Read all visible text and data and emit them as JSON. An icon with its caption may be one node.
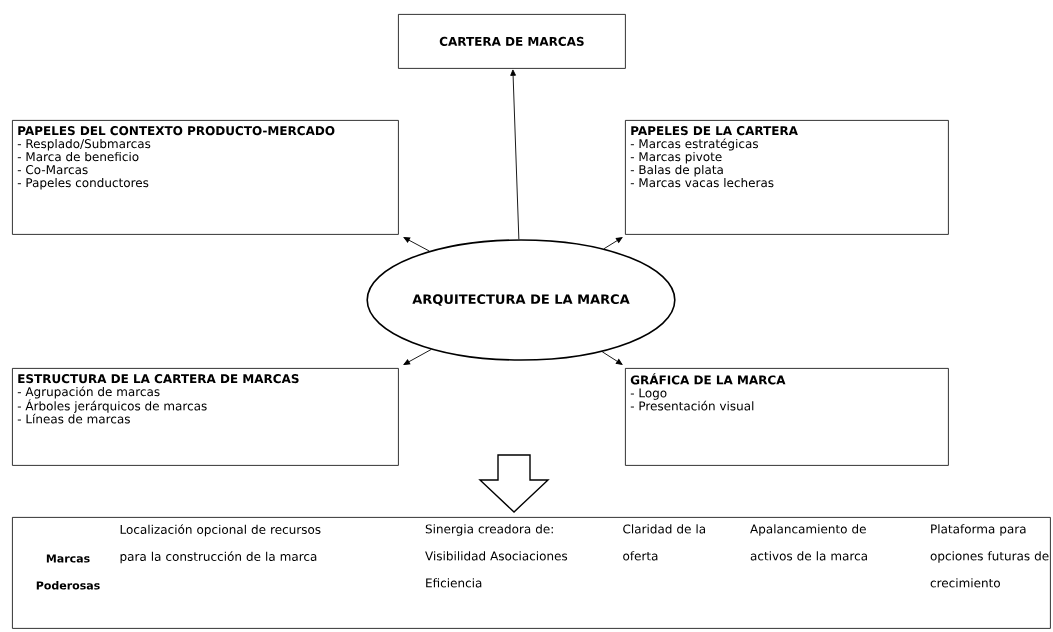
{
  "diagram": {
    "nodes": [
      {
        "text": [
          "ARQUITECTURA DE LA MARCA"
        ]
      },
      {
        "text": [
          "CARTERA DE MARCAS"
        ]
      },
      {
        "text": [
          "PAPELES DEL CONTEXTO PRODUCTO-MERCADO",
          "- Resplado/Submarcas",
          "- Marca de beneficio",
          "- Co-Marcas",
          "- Papeles conductores"
        ]
      },
      {
        "text": [
          "PAPELES DE LA CARTERA",
          "- Marcas estratégicas",
          "- Marcas pivote",
          "- Balas de plata",
          "- Marcas vacas lecheras"
        ]
      },
      {
        "text": [
          "ESTRUCTURA DE LA CARTERA DE MARCAS",
          "- Agrupación de marcas",
          "- Árboles jerárquicos de marcas",
          "- Líneas de marcas"
        ]
      },
      {
        "text": [
          "GRÁFICA DE LA MARCA",
          "- Logo",
          "- Presentación visual"
        ]
      },
      {
        "text": [
          "Marcas Poderosas",
          "Localización opcional de recursos para la construcción de la marca",
          "Sinergia creadora de: Visibilidad Asociaciones Eficiencia",
          "Claridad de la oferta",
          "Apalancamiento de activos de la marca",
          "Plataforma para opciones futuras de crecimiento"
        ]
      }
    ],
    "edges": [
      {
        "from": 0,
        "to": 1,
        "arrow": "to"
      },
      {
        "from": 0,
        "to": 2,
        "arrow": "to"
      },
      {
        "from": 0,
        "to": 3,
        "arrow": "to"
      },
      {
        "from": 0,
        "to": 4,
        "arrow": "to"
      },
      {
        "from": 0,
        "to": 5,
        "arrow": "to"
      },
      {
        "from": null,
        "to": 6,
        "arrow": "to"
      }
    ]
  }
}
